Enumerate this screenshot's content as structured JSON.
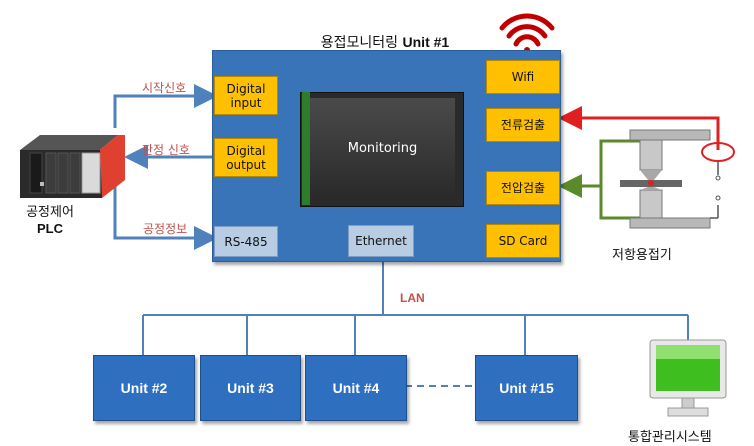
{
  "title": {
    "korean": "용접모니터링",
    "english": "Unit #1"
  },
  "inputs": {
    "digital_input": "Digital\ninput",
    "digital_output": "Digital\noutput",
    "rs485": "RS-485",
    "ethernet": "Ethernet"
  },
  "right_boxes": {
    "wifi": "Wifi",
    "current": "전류검출",
    "voltage": "전압검출",
    "sd_card": "SD Card"
  },
  "monitor_label": "Monitoring",
  "signals": {
    "start": "시작신호",
    "judge": "판정 신호",
    "process": "공정정보"
  },
  "plc": {
    "line1": "공정제어",
    "line2": "PLC"
  },
  "welder_label": "저항용접기",
  "lan_label": "LAN",
  "units": [
    "Unit #2",
    "Unit #3",
    "Unit #4",
    "Unit #15"
  ],
  "management_label": "통합관리시스템",
  "colors": {
    "unit_blue": "#3a74b8",
    "box_yellow": "#fec000",
    "box_lightblue": "#b8cce4",
    "arrow_blue": "#4f81bd",
    "arrow_red": "#e02020",
    "arrow_green": "#5a8a2a",
    "wifi_red": "#c00000"
  }
}
